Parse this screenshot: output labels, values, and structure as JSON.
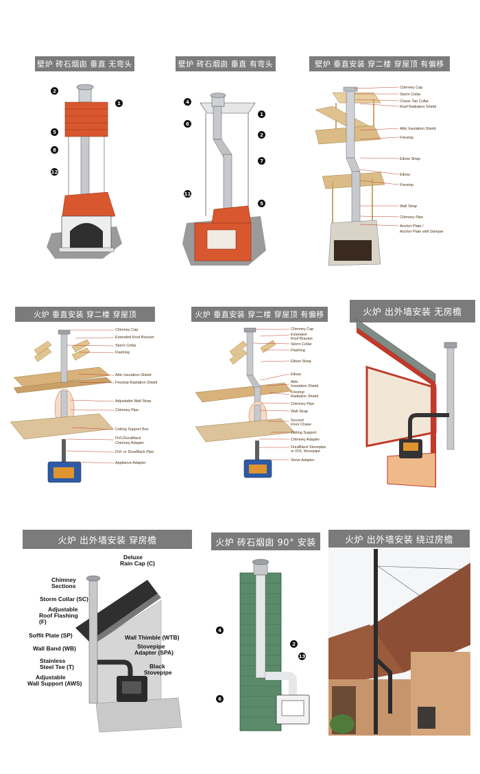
{
  "panels": [
    {
      "title": "壁炉 砖石烟囱 垂直 无弯头",
      "callouts": [
        "2",
        "1",
        "5",
        "8",
        "12"
      ]
    },
    {
      "title": "壁炉 砖石烟囱 垂直 有弯头",
      "callouts": [
        "4",
        "1",
        "6",
        "2",
        "7",
        "11",
        "5"
      ]
    },
    {
      "title": "壁炉 垂直安装 穿二楼 穿屋顶 有偏移",
      "labels": [
        "Chimney Cap",
        "Storm Collar",
        "Chase Top Collar",
        "Roof Radiation Shield",
        "Attic Insulation Shield",
        "Firestop",
        "Elbow Strap",
        "Elbow",
        "Firestop",
        "Wall Strap",
        "Chimney Pipe",
        "Anchor Plate /",
        "Anchor Plate with Damper"
      ]
    },
    {
      "title": "火炉 垂直安装 穿二楼 穿屋顶",
      "labels": [
        "Chimney Cap",
        "Extended Roof Bracket",
        "Storm Collar",
        "Flashing",
        "Attic Insulation Shield",
        "Firestop Radiation Shield",
        "Adjustable Wall Strap",
        "Chimney Pipe",
        "Ceiling Support Box",
        "DVL/DuraBlack",
        "Chimney Adapter",
        "DVL or DuraBlack Pipe",
        "Appliance Adapter"
      ]
    },
    {
      "title": "火炉 垂直安装 穿二楼 穿屋顶 有偏移",
      "labels": [
        "Chimney Cap",
        "Extended",
        "Roof Bracket",
        "Storm Collar",
        "Flashing",
        "Elbow Strap",
        "Elbow",
        "Attic",
        "Insulation Shield",
        "Firestop",
        "Radiation Shield",
        "Chimney Pipe",
        "Wall Strap",
        "Second",
        "Floor Chase",
        "Ceiling Support",
        "Chimney Adapter",
        "DuraBlack Stovepipe",
        "or DVL Stovepipe",
        "Stove Adapter"
      ]
    },
    {
      "title": "火炉 出外墙安装 无房檐"
    },
    {
      "title": "火炉 出外墙安装 穿房檐",
      "labels": [
        "Deluxe",
        "Rain Cap (C)",
        "Chimney",
        "Sections",
        "Storm Collar (SC)",
        "Adjustable",
        "Roof Flashing",
        "(F)",
        "Soffit Plate (SP)",
        "Wall Band (WB)",
        "Stainless",
        "Steel Tee (T)",
        "Adjustable",
        "Wall Support (AWS)",
        "Wall Thimble (WTB)",
        "Stovepipe",
        "Adapter (SPA)",
        "Black",
        "Stovepipe"
      ]
    },
    {
      "title": "火炉 砖石烟囱 90° 安装",
      "callouts": [
        "4",
        "2",
        "13",
        "6"
      ]
    },
    {
      "title": "火炉 出外墙安装 绕过房檐"
    }
  ],
  "colors": {
    "banner": "#7b7b7b",
    "brick": "#c8452b",
    "wood": "#d9b98a",
    "label": "#4a2e12"
  }
}
